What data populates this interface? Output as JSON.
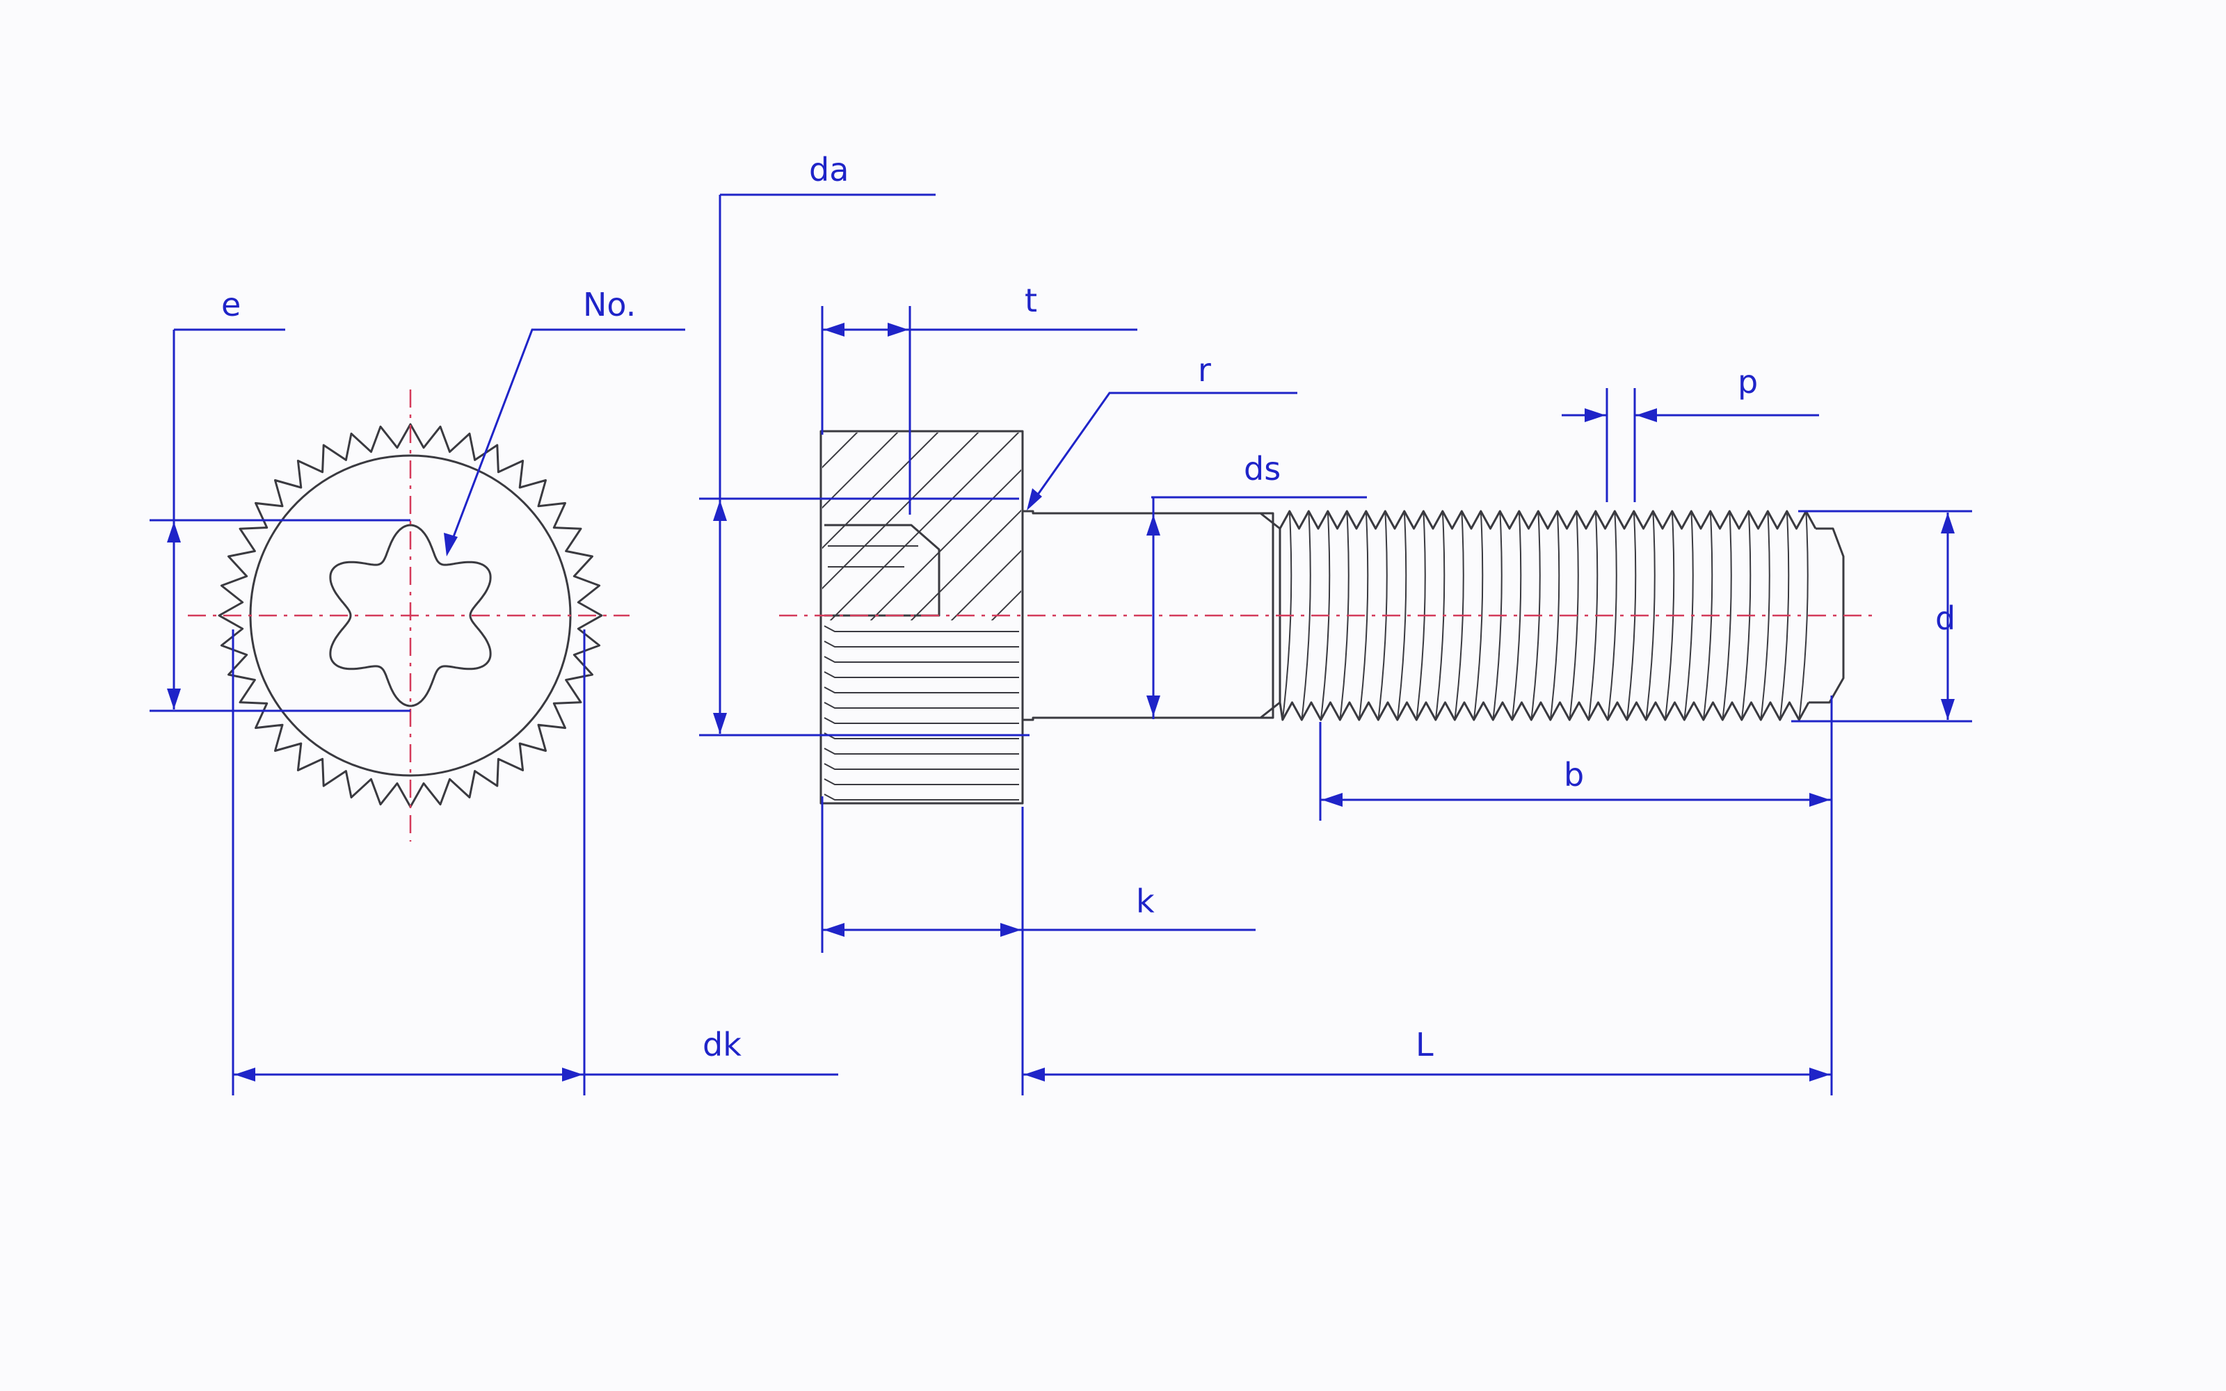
{
  "labels": {
    "e": "e",
    "no": "No.",
    "da": "da",
    "t": "t",
    "r": "r",
    "ds": "ds",
    "p": "p",
    "d": "d",
    "b": "b",
    "k": "k",
    "dk": "dk",
    "L": "L"
  },
  "colors": {
    "dimension": "#1f24c8",
    "centerline": "#d43a5a",
    "outline": "#3a3a40",
    "background": "#fbfbfd"
  },
  "features": {
    "head_knurl_teeth": 40,
    "thread_crests": 28,
    "drive": "hexalobular-6-lobe"
  }
}
